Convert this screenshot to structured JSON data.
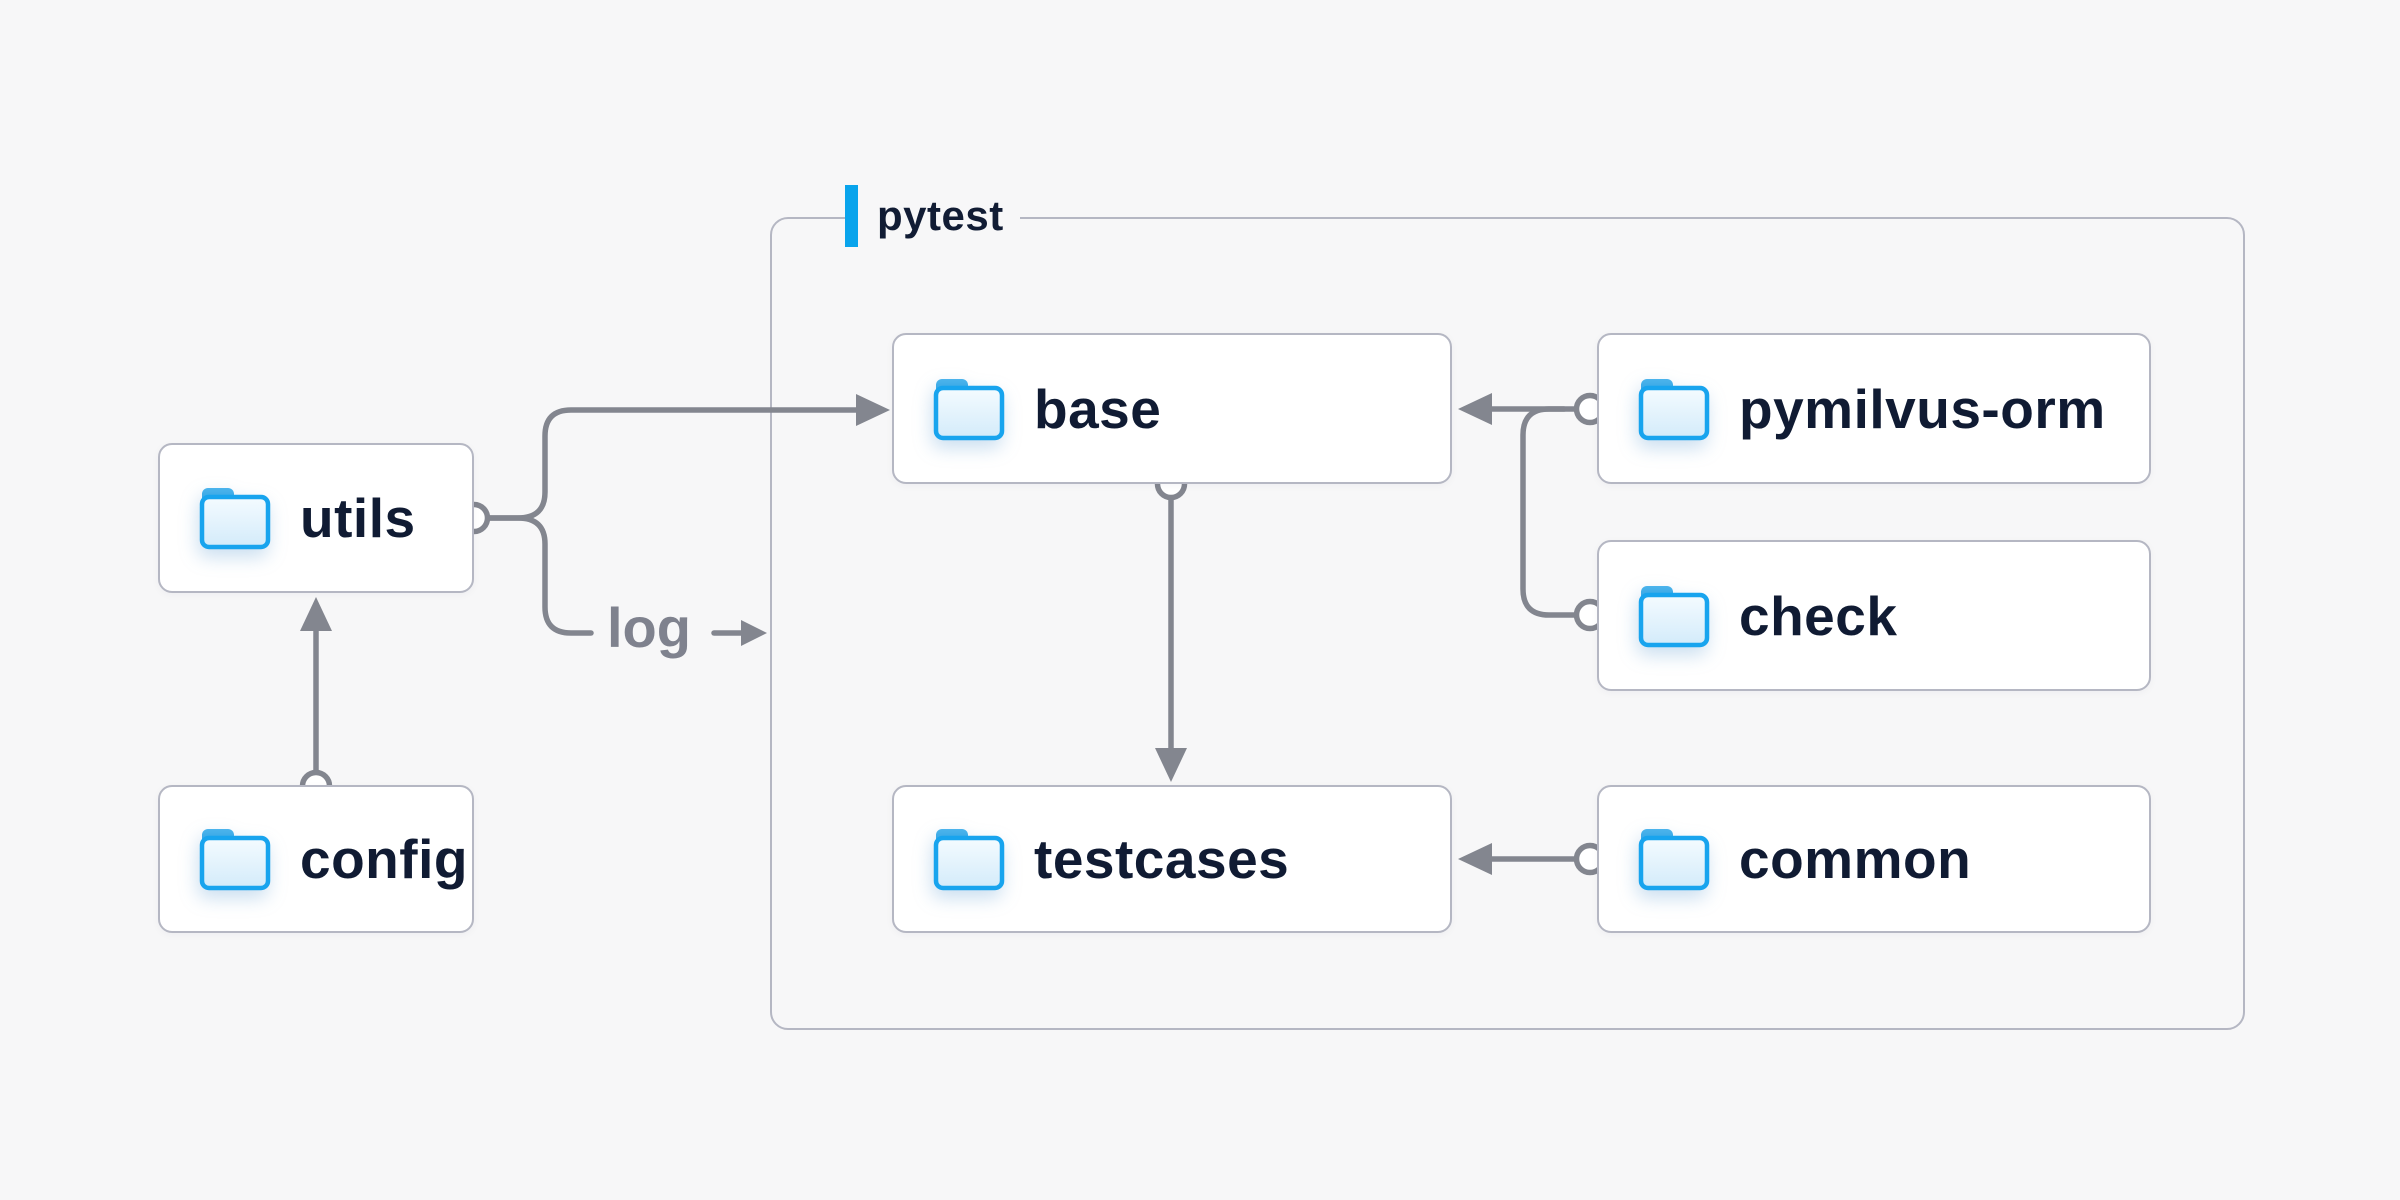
{
  "diagram": {
    "group": {
      "label": "pytest"
    },
    "log_edge": {
      "label": "log"
    },
    "nodes": {
      "utils": {
        "label": "utils"
      },
      "config": {
        "label": "config"
      },
      "base": {
        "label": "base"
      },
      "pymilvus_orm": {
        "label": "pymilvus-orm"
      },
      "check": {
        "label": "check"
      },
      "testcases": {
        "label": "testcases"
      },
      "common": {
        "label": "common"
      }
    },
    "edges": [
      {
        "from": "config",
        "to": "utils"
      },
      {
        "from": "utils",
        "to": "base"
      },
      {
        "from": "utils",
        "to": "pytest-group",
        "label": "log"
      },
      {
        "from": "pymilvus-orm",
        "to": "base"
      },
      {
        "from": "check",
        "to": "base"
      },
      {
        "from": "base",
        "to": "testcases"
      },
      {
        "from": "common",
        "to": "testcases"
      }
    ],
    "colors": {
      "background": "#f7f7f8",
      "node_background": "#ffffff",
      "node_border": "#b5b7c3",
      "node_text": "#101b33",
      "edge": "#83868f",
      "accent_blue": "#09a4ec",
      "folder_blue": "#18a4ee",
      "log_text": "#7f828e"
    }
  }
}
